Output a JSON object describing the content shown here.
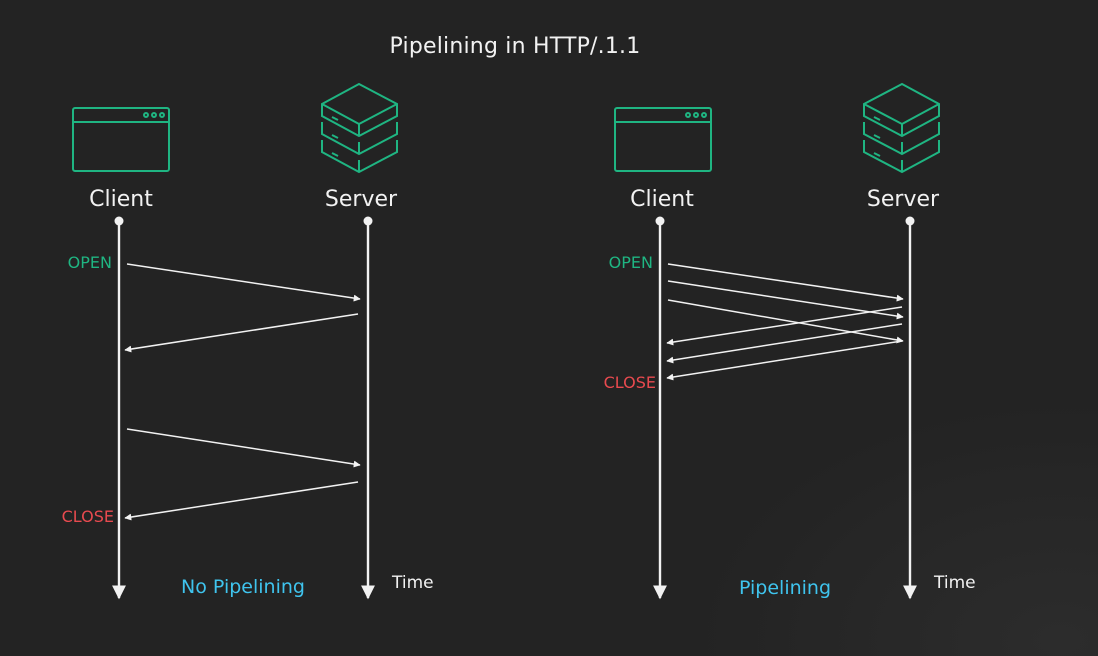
{
  "title": "Pipelining in HTTP/.1.1",
  "colors": {
    "background": "#232323",
    "text": "#f2f2f2",
    "icon": "#1fb582",
    "open": "#1fb582",
    "close": "#e84a4f",
    "caption": "#3fc4ee"
  },
  "left_panel": {
    "client_label": "Client",
    "server_label": "Server",
    "client_icon": "browser-window-icon",
    "server_icon": "server-stack-icon",
    "open_label": "OPEN",
    "close_label": "CLOSE",
    "time_label": "Time",
    "caption": "No Pipelining",
    "messages": [
      {
        "from": "client",
        "to": "server",
        "order": 1
      },
      {
        "from": "server",
        "to": "client",
        "order": 2
      },
      {
        "from": "client",
        "to": "server",
        "order": 3
      },
      {
        "from": "server",
        "to": "client",
        "order": 4
      }
    ]
  },
  "right_panel": {
    "client_label": "Client",
    "server_label": "Server",
    "client_icon": "browser-window-icon",
    "server_icon": "server-stack-icon",
    "open_label": "OPEN",
    "close_label": "CLOSE",
    "time_label": "Time",
    "caption": "Pipelining",
    "messages": [
      {
        "from": "client",
        "to": "server",
        "order": 1
      },
      {
        "from": "client",
        "to": "server",
        "order": 2
      },
      {
        "from": "client",
        "to": "server",
        "order": 3
      },
      {
        "from": "server",
        "to": "client",
        "order": 4
      },
      {
        "from": "server",
        "to": "client",
        "order": 5
      },
      {
        "from": "server",
        "to": "client",
        "order": 6
      }
    ]
  }
}
